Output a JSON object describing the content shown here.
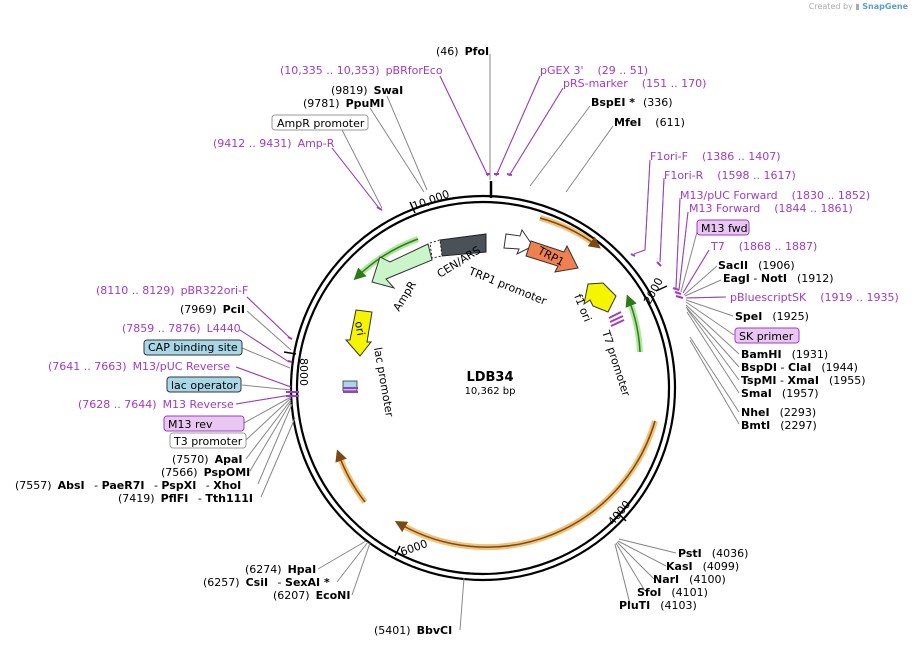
{
  "credit": {
    "prefix": "Created by",
    "brand": "SnapGene"
  },
  "plasmid": {
    "name": "LDB34",
    "size": "10,362 bp"
  },
  "ticks": [
    "2000",
    "4000",
    "6000",
    "8000",
    "10,000"
  ],
  "colors": {
    "enzyme": "#000000",
    "primer": "#a23ac4",
    "ampr": "#c9f5c9",
    "cen_ars": "#4a5157",
    "trp1": "#f08050",
    "ori": "#f5f500",
    "f1ori": "#f5f500",
    "orf": "#f3c27a",
    "lac_operator": "#a8d8e8",
    "cap_site": "#a8d8e8",
    "primer_box": "#e8c8f0"
  },
  "features": {
    "ampr": "AmpR",
    "cen_ars": "CEN/ARS",
    "trp1_promoter": "TRP1 promoter",
    "trp1": "TRP1",
    "f1_ori": "f1 ori",
    "t7_promoter": "T7 promoter",
    "ori": "ori",
    "lac_promoter": "lac promoter"
  },
  "labels": {
    "pfoi": {
      "pos": "(46)",
      "name": "PfoI"
    },
    "pbrforeco": {
      "pos": "(10,335 .. 10,353)",
      "name": "pBRforEco"
    },
    "pgex3": {
      "name": "pGEX 3'",
      "pos": "(29 .. 51)"
    },
    "prsmarker": {
      "name": "pRS-marker",
      "pos": "(151 .. 170)"
    },
    "swai": {
      "pos": "(9819)",
      "name": "SwaI"
    },
    "ppumi": {
      "pos": "(9781)",
      "name": "PpuMI"
    },
    "bspei": {
      "name": "BspEI *",
      "pos": "(336)"
    },
    "mfei": {
      "name": "MfeI",
      "pos": "(611)"
    },
    "ampr_promoter": "AmpR promoter",
    "ampr_primer": {
      "pos": "(9412 .. 9431)",
      "name": "Amp-R"
    },
    "f1ori_f": {
      "name": "F1ori-F",
      "pos": "(1386 .. 1407)"
    },
    "f1ori_r": {
      "name": "F1ori-R",
      "pos": "(1598 .. 1617)"
    },
    "m13puc_fwd": {
      "name": "M13/pUC Forward",
      "pos": "(1830 .. 1852)"
    },
    "m13_forward": {
      "name": "M13 Forward",
      "pos": "(1844 .. 1861)"
    },
    "m13_fwd": "M13 fwd",
    "t7": {
      "name": "T7",
      "pos": "(1868 .. 1887)"
    },
    "sacii": {
      "name": "SacII",
      "pos": "(1906)"
    },
    "eagi": {
      "name": "EagI",
      "sep": " - ",
      "name2": "NotI",
      "pos": "(1912)"
    },
    "pbluescript": {
      "name": "pBluescriptSK",
      "pos": "(1919 .. 1935)"
    },
    "spei": {
      "name": "SpeI",
      "pos": "(1925)"
    },
    "sk_primer": "SK primer",
    "bamhi": {
      "name": "BamHI",
      "pos": "(1931)"
    },
    "bspdi": {
      "name": "BspDI",
      "sep": " - ",
      "name2": "ClaI",
      "pos": "(1944)"
    },
    "tspmi": {
      "name": "TspMI",
      "sep": " - ",
      "name2": "XmaI",
      "pos": "(1955)"
    },
    "smai": {
      "name": "SmaI",
      "pos": "(1957)"
    },
    "nhei": {
      "name": "NheI",
      "pos": "(2293)"
    },
    "bmti": {
      "name": "BmtI",
      "pos": "(2297)"
    },
    "pbr322ori": {
      "pos": "(8110 .. 8129)",
      "name": "pBR322ori-F"
    },
    "pcii": {
      "pos": "(7969)",
      "name": "PciI"
    },
    "l4440": {
      "pos": "(7859 .. 7876)",
      "name": "L4440"
    },
    "cap_site": "CAP binding site",
    "m13puc_rev": {
      "pos": "(7641 .. 7663)",
      "name": "M13/pUC Reverse"
    },
    "lac_operator": "lac operator",
    "m13_reverse": {
      "pos": "(7628 .. 7644)",
      "name": "M13 Reverse"
    },
    "m13_rev": "M13 rev",
    "t3_promoter": "T3 promoter",
    "apai": {
      "pos": "(7570)",
      "name": "ApaI"
    },
    "pspomi": {
      "pos": "(7566)",
      "name": "PspOMI"
    },
    "absi": {
      "pos": "(7557)",
      "name": "AbsI",
      "sep1": " - ",
      "name2": "PaeR7I",
      "sep2": " - ",
      "name3": "PspXI",
      "sep3": " - ",
      "name4": "XhoI"
    },
    "pflfi": {
      "pos": "(7419)",
      "name": "PflFI",
      "sep": " - ",
      "name2": "Tth111I"
    },
    "psti": {
      "name": "PstI",
      "pos": "(4036)"
    },
    "kasi": {
      "name": "KasI",
      "pos": "(4099)"
    },
    "nari": {
      "name": "NarI",
      "pos": "(4100)"
    },
    "sfoi": {
      "name": "SfoI",
      "pos": "(4101)"
    },
    "pluti": {
      "name": "PluTI",
      "pos": "(4103)"
    },
    "hpai": {
      "pos": "(6274)",
      "name": "HpaI"
    },
    "csii": {
      "pos": "(6257)",
      "name": "CsiI",
      "sep": " - ",
      "name2": "SexAI *"
    },
    "econi": {
      "pos": "(6207)",
      "name": "EcoNI"
    },
    "bbvci": {
      "pos": "(5401)",
      "name": "BbvCI"
    }
  }
}
